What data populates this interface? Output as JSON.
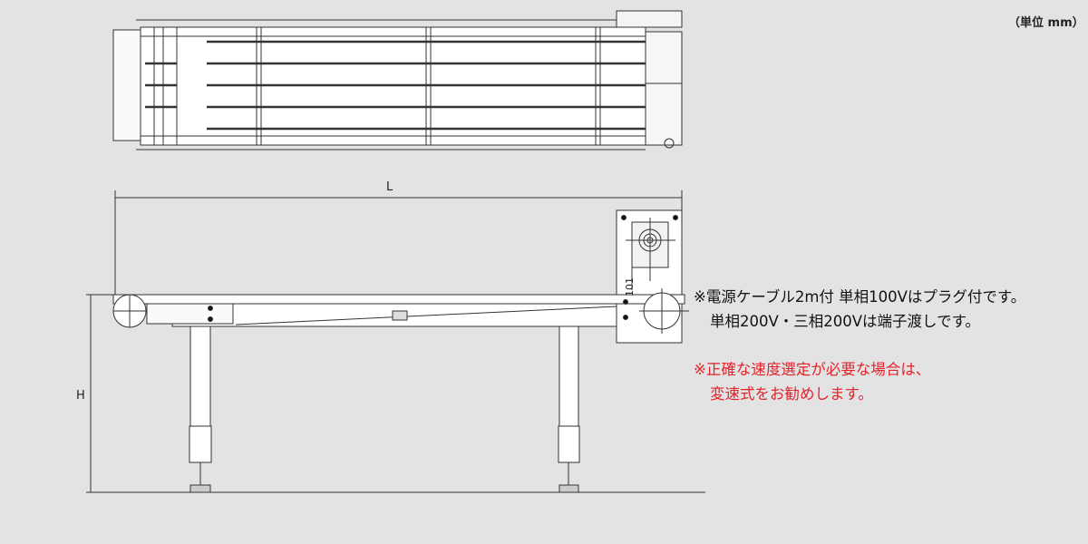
{
  "unit_label": "（単位 mm）",
  "dimensions": {
    "length": "L",
    "height": "H",
    "motor_offset": "101"
  },
  "notes": {
    "power": [
      "※電源ケーブル2m付  単相100Vはプラグ付です。",
      "単相200V・三相200Vは端子渡しです。"
    ],
    "speed": [
      "※正確な速度選定が必要な場合は、",
      "変速式をお勧めします。"
    ]
  },
  "colors": {
    "line": "#333333",
    "note_red": "#e3222b",
    "background": "#e3e3e3"
  }
}
